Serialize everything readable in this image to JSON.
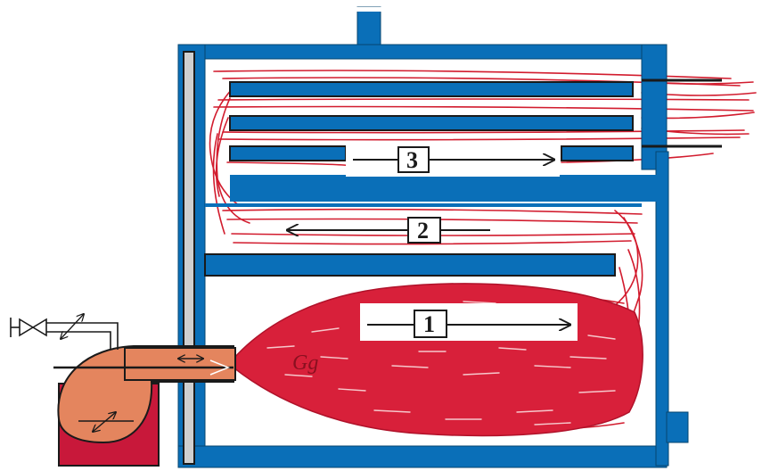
{
  "passes": [
    {
      "number": "1",
      "direction": "right"
    },
    {
      "number": "2",
      "direction": "left"
    },
    {
      "number": "3",
      "direction": "right"
    }
  ],
  "flame": {
    "label": "Gg"
  },
  "colors": {
    "boiler_wall": "#0a6fb8",
    "hot_gas": "#d21c2e",
    "flame_fill": "#d8203a",
    "burner_housing": "#e4855e",
    "burner_base": "#c8183a",
    "door_panel": "#cfcfcf",
    "outline": "#1a1a1a"
  },
  "icons": [
    "fuel-valve-icon",
    "adjust-arrow-icon",
    "pass-arrow-icon"
  ]
}
